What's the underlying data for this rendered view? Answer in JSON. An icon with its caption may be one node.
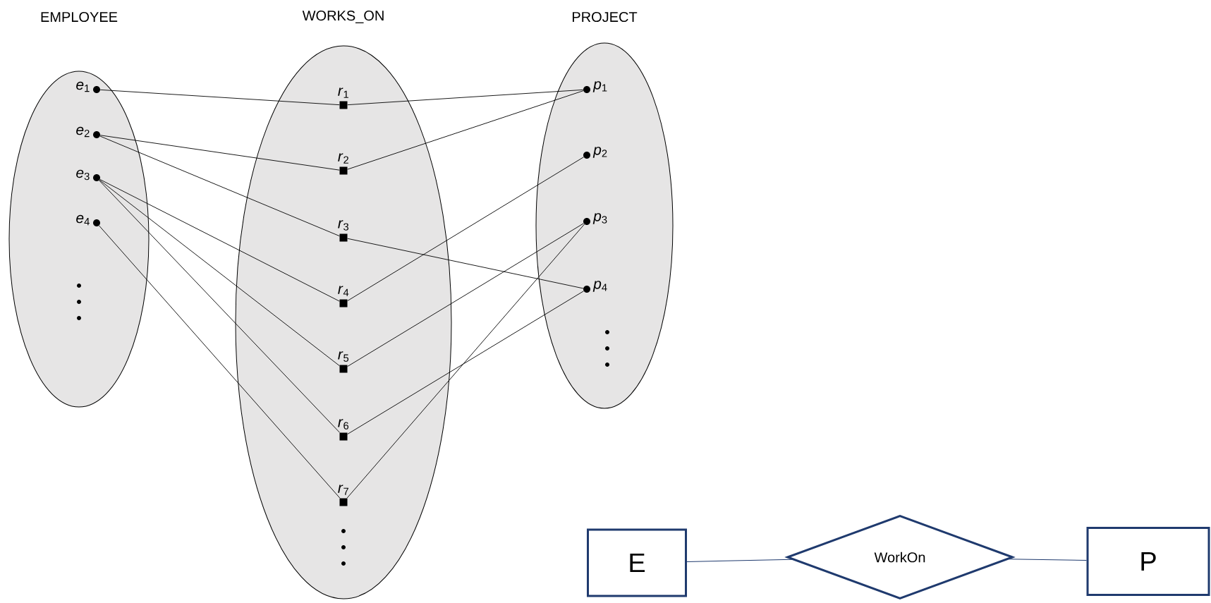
{
  "diagram": {
    "nodes": [
      {
        "text": [
          "EMPLOYEE"
        ]
      },
      {
        "text": [
          "*e*$_{1}$"
        ],
        "in": 0
      },
      {
        "text": [
          "*e*$_{2}$"
        ],
        "in": 0
      },
      {
        "text": [
          "*e*$_{3}$"
        ],
        "in": 0
      },
      {
        "text": [
          "*e*$_{4}$"
        ],
        "in": 0
      },
      {
        "text": [
          "WORKS_ON"
        ]
      },
      {
        "text": [
          "*r*$_{1}$"
        ],
        "in": 5
      },
      {
        "text": [
          "*r*$_{2}$"
        ],
        "in": 5
      },
      {
        "text": [
          "*r*$_{3}$"
        ],
        "in": 5
      },
      {
        "text": [
          "*r*$_{4}$"
        ],
        "in": 5
      },
      {
        "text": [
          "*r*$_{5}$"
        ],
        "in": 5
      },
      {
        "text": [
          "*r*$_{6}$"
        ],
        "in": 5
      },
      {
        "text": [
          "*r*$_{7}$"
        ],
        "in": 5
      },
      {
        "text": [
          "PROJECT"
        ]
      },
      {
        "text": [
          "*p*$_{1}$"
        ],
        "in": 13
      },
      {
        "text": [
          "*p*$_{2}$"
        ],
        "in": 13
      },
      {
        "text": [
          "*p*$_{3}$"
        ],
        "in": 13
      },
      {
        "text": [
          "*p*$_{4}$"
        ],
        "in": 13
      },
      {
        "text": [
          "E"
        ]
      },
      {
        "text": [
          "WorkOn"
        ]
      },
      {
        "text": [
          "P"
        ]
      }
    ],
    "edges": [
      {
        "from": 1,
        "to": 6,
        "arrow": "none"
      },
      {
        "from": 6,
        "to": 14,
        "arrow": "none"
      },
      {
        "from": 2,
        "to": 7,
        "arrow": "none"
      },
      {
        "from": 7,
        "to": 14,
        "arrow": "none"
      },
      {
        "from": 2,
        "to": 8,
        "arrow": "none"
      },
      {
        "from": 8,
        "to": 17,
        "arrow": "none"
      },
      {
        "from": 3,
        "to": 9,
        "arrow": "none"
      },
      {
        "from": 9,
        "to": 15,
        "arrow": "none"
      },
      {
        "from": 3,
        "to": 10,
        "arrow": "none"
      },
      {
        "from": 10,
        "to": 16,
        "arrow": "none"
      },
      {
        "from": 3,
        "to": 11,
        "arrow": "none"
      },
      {
        "from": 11,
        "to": 17,
        "arrow": "none"
      },
      {
        "from": 4,
        "to": 12,
        "arrow": "none"
      },
      {
        "from": 12,
        "to": 16,
        "arrow": "none"
      },
      {
        "from": 18,
        "to": 19,
        "arrow": "none",
        "color": "#1f3a6e"
      },
      {
        "from": 19,
        "to": 20,
        "arrow": "none",
        "color": "#1f3a6e"
      }
    ]
  }
}
